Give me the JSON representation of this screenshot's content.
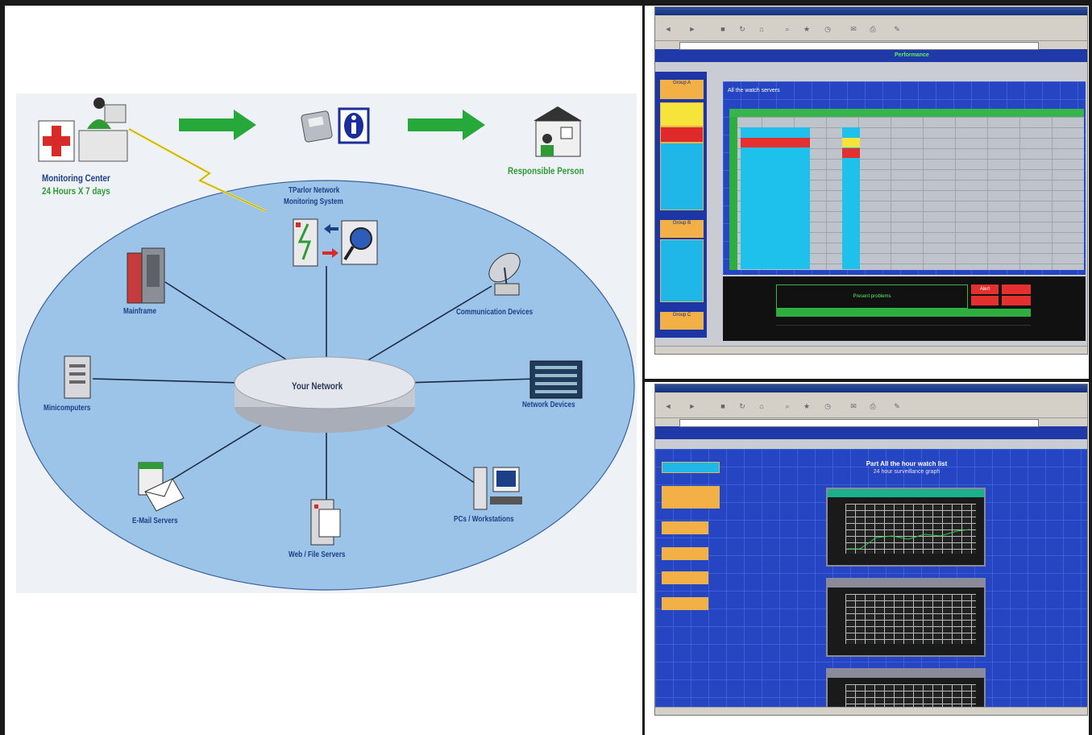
{
  "diagram": {
    "monitoring_center": "Monitoring Center",
    "monitoring_hours": "24 Hours X 7 days",
    "responsible_person": "Responsible Person",
    "tparlor_title_line1": "TParlor Network",
    "tparlor_title_line2": "Monitoring System",
    "your_network": "Your Network",
    "mainframe": "Mainframe",
    "minicomputers": "Minicomputers",
    "email_servers": "E-Mail Servers",
    "web_file_servers": "Web / File Servers",
    "pcs_workstations": "PCs / Workstations",
    "network_devices": "Network Devices",
    "communication_devices": "Communication Devices",
    "colors": {
      "accent_green": "#2f9b35",
      "label_blue": "#1d3f86",
      "network_blue": "#9cc4e8"
    },
    "icons": [
      "hospital-cross-icon",
      "operator-desk-icon",
      "arrow-right-icon",
      "phone-icon",
      "info-icon",
      "house-person-icon",
      "tparlor-server-icon",
      "magnifier-icon",
      "mainframe-icon",
      "minicomputer-icon",
      "email-server-icon",
      "web-server-icon",
      "workstation-icon",
      "network-rack-icon",
      "satellite-dish-icon"
    ]
  },
  "screen1": {
    "tab_performance": "Performance",
    "panel_header": "All the watch servers",
    "group_a": "Group A",
    "group_b": "Group B",
    "group_c": "Group C",
    "alert_label": "Alert",
    "problem_label": "Present problems"
  },
  "screen2": {
    "heading": "Part All the hour watch list",
    "subheading": "24 hour surveillance graph"
  }
}
